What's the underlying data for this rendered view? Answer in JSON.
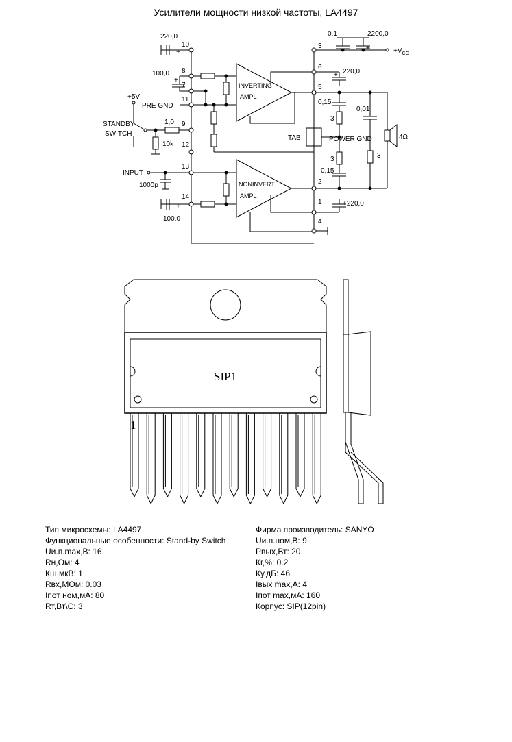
{
  "title": "Усилители мощности низкой частоты, LA4497",
  "schematic": {
    "blocks": {
      "inverting_1": "INVERTING",
      "inverting_2": "AMPL",
      "noninvert_1": "NONINVERT",
      "noninvert_2": "AMPL"
    },
    "pins": {
      "p10": "10",
      "p8": "8",
      "p7": "7",
      "p11": "11",
      "p9": "9",
      "p12": "12",
      "p13": "13",
      "p14": "14",
      "p3": "3",
      "p6": "6",
      "p5": "5",
      "p2": "2",
      "p1": "1",
      "p4": "4"
    },
    "components": {
      "c_10": "220,0",
      "c_8": "100,0",
      "c_14": "100,0",
      "c_in": "1000p",
      "r_sb": "1,0",
      "r_10k": "10k",
      "c_01": "0,1",
      "c_2200": "2200,0",
      "c_6": "220,0",
      "c_015_top": "0,15",
      "r3_top": "3",
      "c_001": "0,01",
      "r3_right": "3",
      "r3_bottom": "3",
      "c_015_bottom": "0,15",
      "c_1": "+220,0",
      "speaker": "4Ω"
    },
    "labels": {
      "vcc": "+V",
      "vcc_sub": "CC",
      "plus5v": "+5V",
      "standby_1": "STANDBY",
      "standby_2": "SWITCH",
      "pre_gnd": "PRE GND",
      "input": "INPUT",
      "tab": "TAB",
      "power_gnd": "POWER GND",
      "plus": "+",
      "plus_2": "+",
      "plus_3": "+",
      "plus_4": "+",
      "plus_5": "+"
    }
  },
  "package": {
    "label": "SIP1",
    "pin1": "1"
  },
  "specs": {
    "left": [
      "Тип микросхемы: LA4497",
      "Функциональные особенности:  Stand-by Switch",
      "Uи.п.max,В: 16",
      "Rн,Ом: 4",
      "Кш,мкВ: 1",
      "Rвх,МОм: 0.03",
      "Iпот ном,мА: 80",
      "Rт,Вт\\С: 3"
    ],
    "right": [
      "Фирма производитель: SANYO",
      "Uи.п.ном,В: 9",
      "Рвых,Вт: 20",
      "Кг,%: 0.2",
      "Ку,дБ: 46",
      "Iвых max,А: 4",
      "Iпот max,мА: 160",
      "Корпус: SIP(12pin)"
    ]
  }
}
